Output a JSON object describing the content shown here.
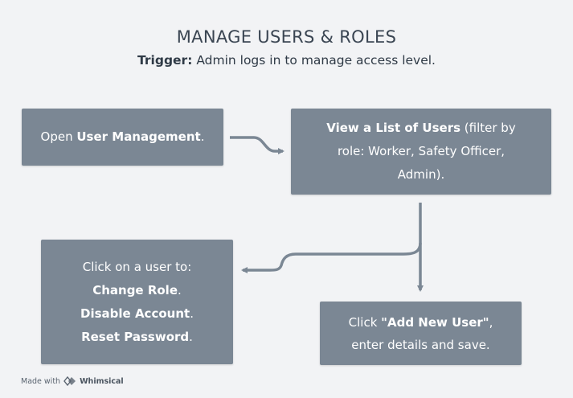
{
  "title": "MANAGE USERS & ROLES",
  "trigger": {
    "label": "Trigger:",
    "text": " Admin logs in to manage access level."
  },
  "nodes": {
    "open": {
      "prefix": "Open ",
      "bold": "User Management",
      "suffix": "."
    },
    "view": {
      "bold": "View a List of Users",
      "line1_rest": " (filter by",
      "line2": "role: Worker, Safety Officer,",
      "line3": "Admin)."
    },
    "actions": {
      "intro": "Click on a user to:",
      "items": [
        "Change Role",
        "Disable Account",
        "Reset Password"
      ],
      "item_suffix": "."
    },
    "add": {
      "prefix": "Click ",
      "bold": "\"Add New User\"",
      "suffix": ",",
      "line2": "enter details and save."
    }
  },
  "footer": {
    "made_with": "Made with",
    "brand": "Whimsical"
  },
  "colors": {
    "background": "#f2f3f5",
    "box": "#7b8794",
    "connector": "#7b8794",
    "text_dark": "#2f3a46"
  }
}
